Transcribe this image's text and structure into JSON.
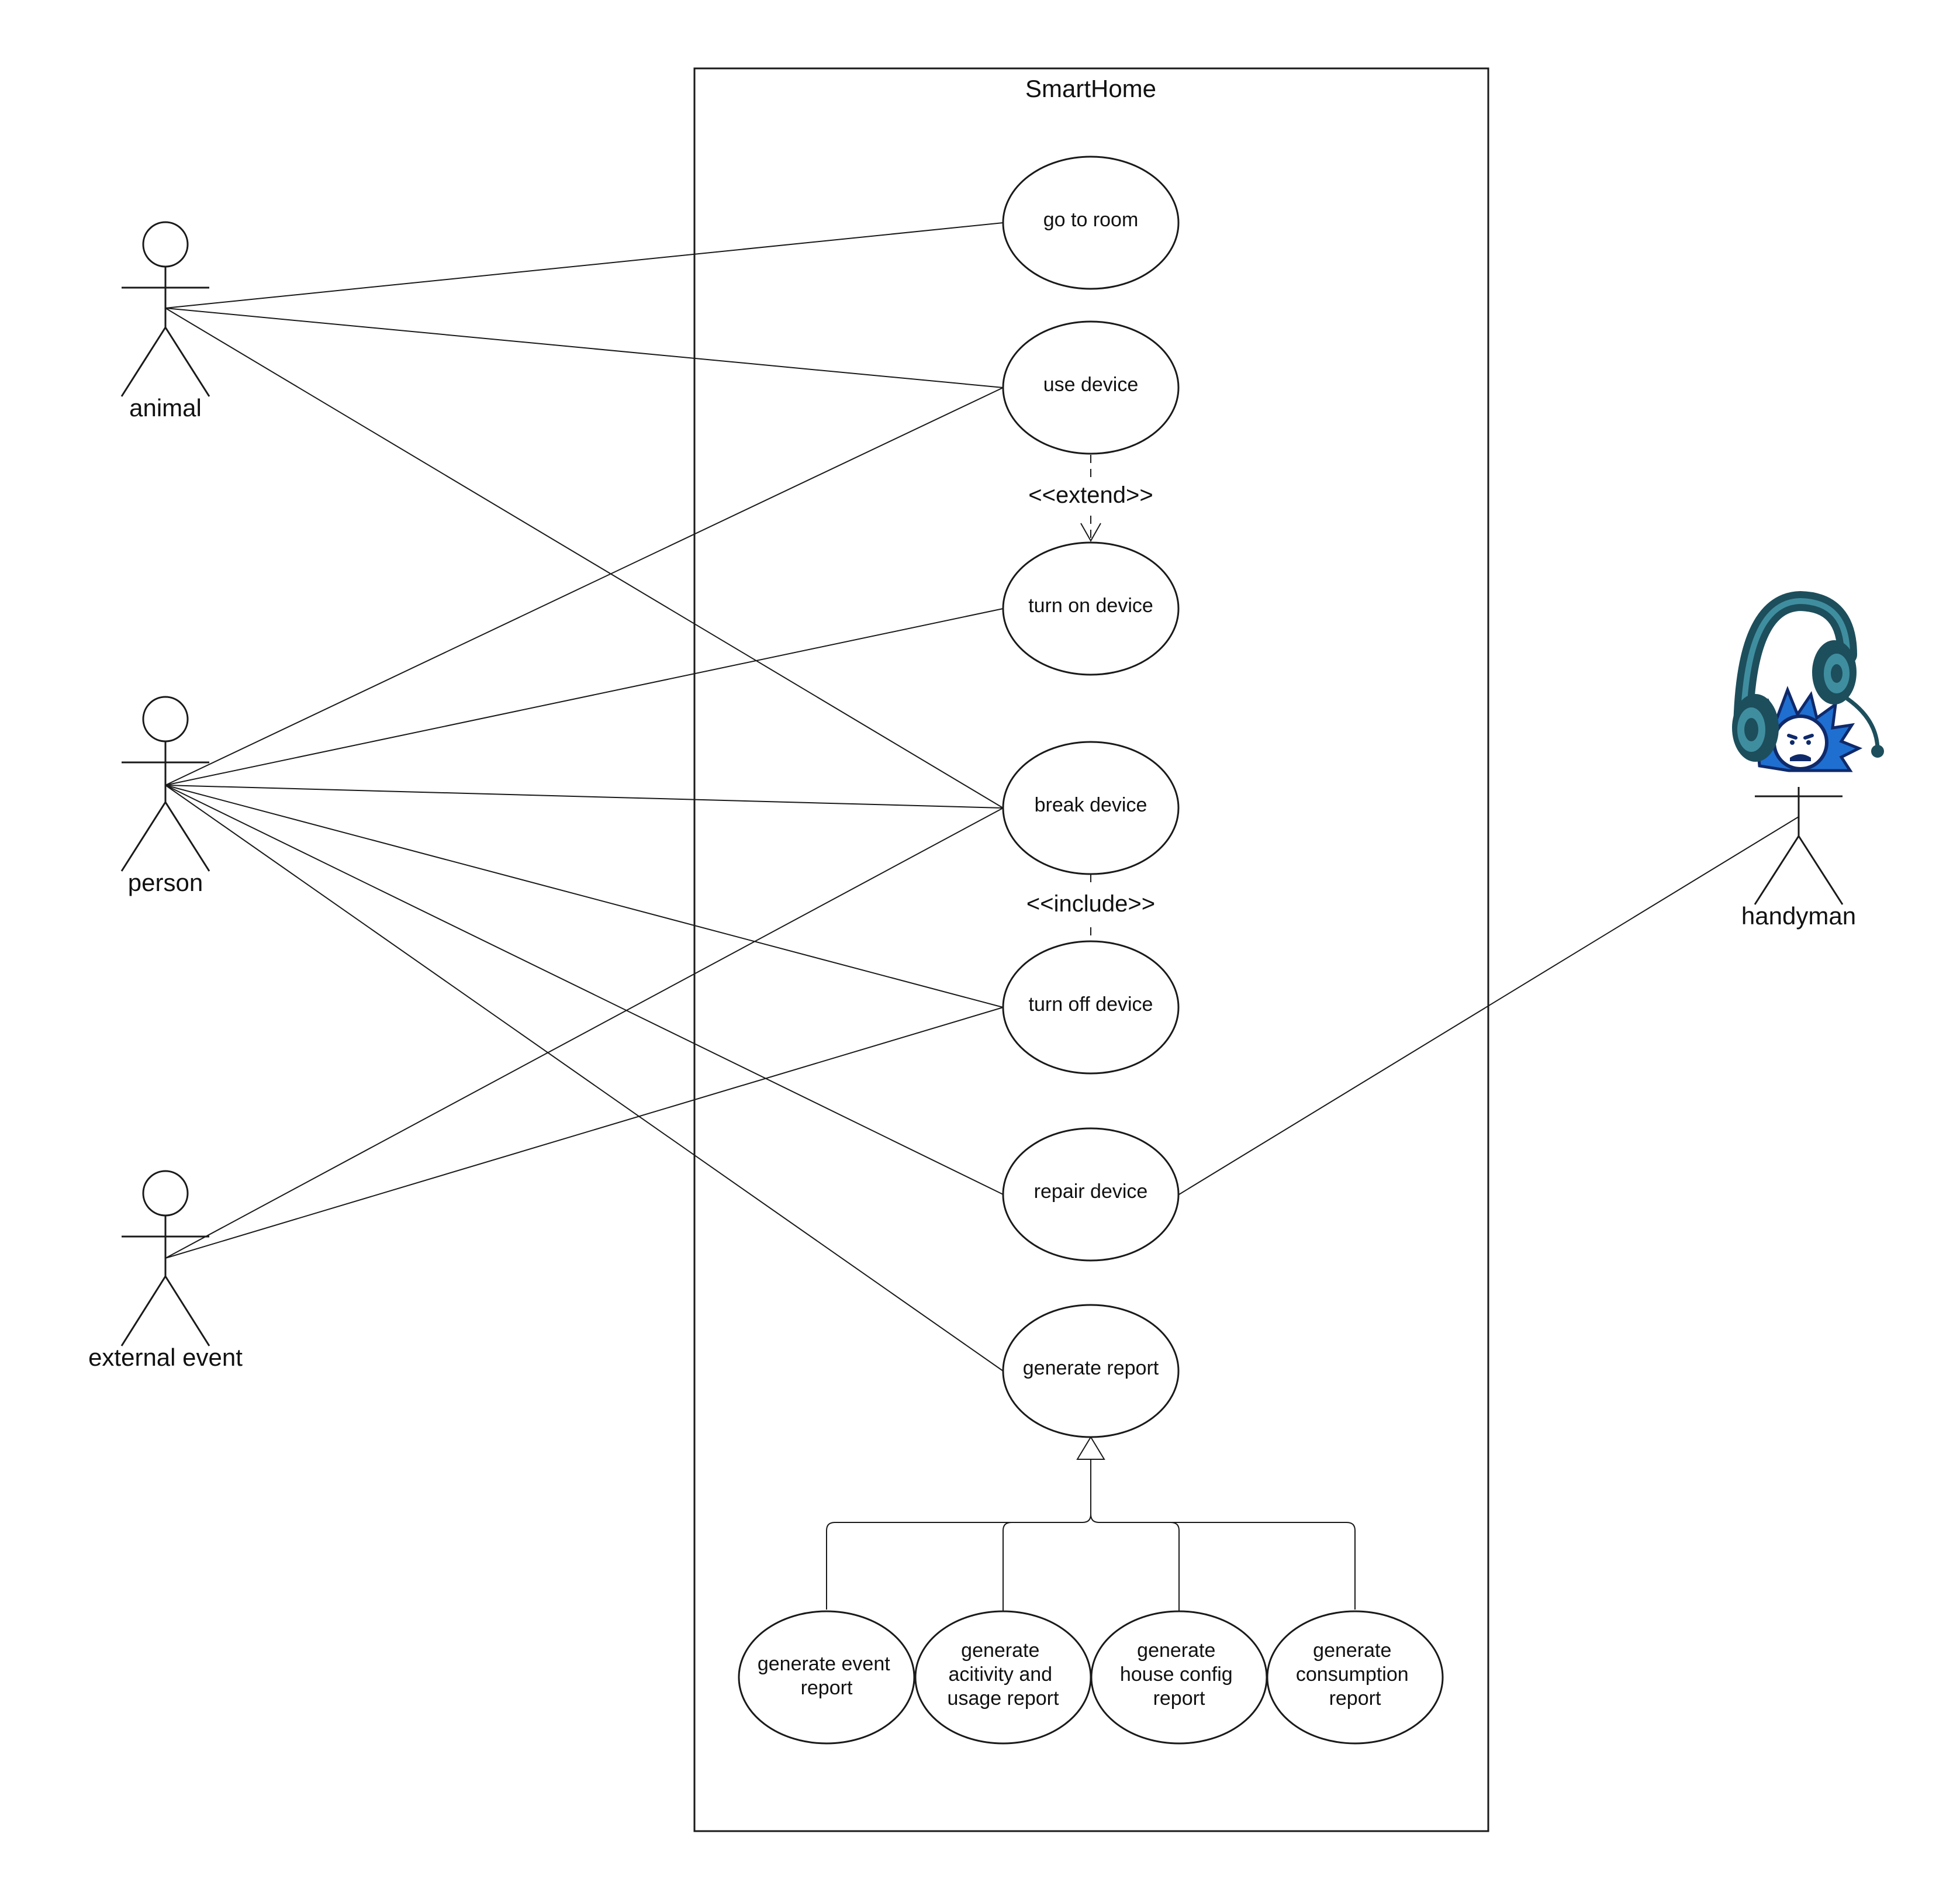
{
  "system": {
    "title": "SmartHome"
  },
  "actors": {
    "animal": "animal",
    "person": "person",
    "external_event": "external event",
    "handyman": "handyman"
  },
  "use_cases": {
    "go_to_room": [
      "go to room"
    ],
    "use_device": [
      "use device"
    ],
    "turn_on_device": [
      "turn on device"
    ],
    "break_device": [
      "break device"
    ],
    "turn_off_device": [
      "turn off device"
    ],
    "repair_device": [
      "repair device"
    ],
    "generate_report": [
      "generate report"
    ],
    "generate_event_report": [
      "generate event",
      "report"
    ],
    "generate_activity_report": [
      "generate",
      "acitivity and",
      "usage report"
    ],
    "generate_house_config_report": [
      "generate",
      "house config",
      "report"
    ],
    "generate_consumption_report": [
      "generate",
      "consumption",
      "report"
    ]
  },
  "relationships": {
    "extend": "<<extend>>",
    "include": "<<include>>"
  },
  "icons": {
    "handyman_avatar": "headset-mascot-icon"
  },
  "colors": {
    "line": "#1a1a1a",
    "avatar_dark": "#1d4e5c",
    "avatar_blue": "#1f6fd1",
    "avatar_face": "#0f2a6b"
  }
}
